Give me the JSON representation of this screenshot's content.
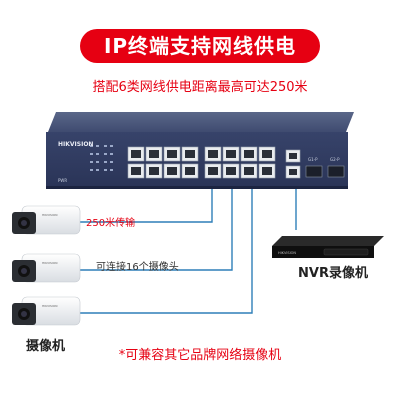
{
  "banner_title": "IP终端支持网线供电",
  "subtitle": "搭配6类网线供电距离最高可达250米",
  "switch": {
    "brand": "HIKVISION",
    "port_label_main": "PWR",
    "sfp_labels": [
      "G1-P",
      "G2-P"
    ]
  },
  "callouts": {
    "distance": "250米传输",
    "capacity": "可连接16个摄像头"
  },
  "nvr": {
    "label": "NVR录像机",
    "brand": "HIKVISION"
  },
  "cameras": {
    "label": "摄像机",
    "brand": "HIKVISION"
  },
  "footnote": "*可兼容其它品牌网络摄像机",
  "colors": {
    "accent": "#e60012",
    "cable": "#2f7fb8",
    "switch_body": "#3d4a6e"
  }
}
